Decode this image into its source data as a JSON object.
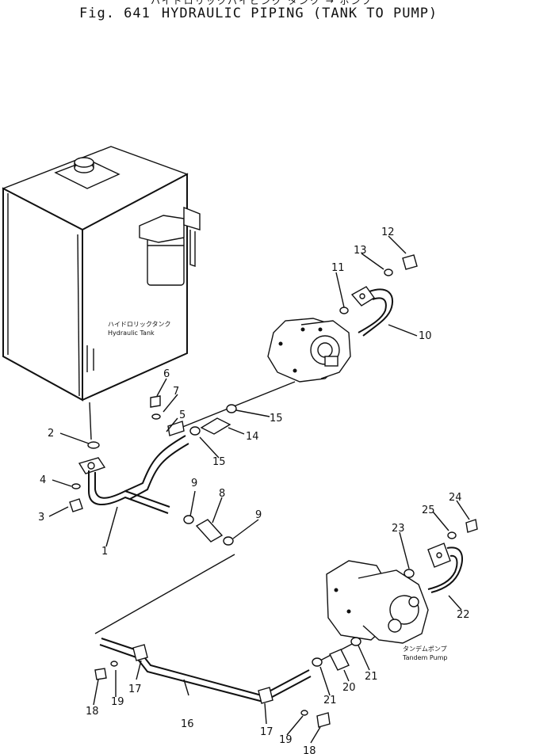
{
  "header": {
    "jp_title": "ハイドロリックパイピング タンク → ポンプ",
    "fig_label": "Fig. 641",
    "title": "HYDRAULIC PIPING (TANK TO PUMP)"
  },
  "tank": {
    "label_jp": "ハイドロリックタンク",
    "label_en": "Hydraulic Tank"
  },
  "pump": {
    "label_jp": "タンデムポンプ",
    "label_en": "Tandem Pump"
  },
  "callouts": [
    "1",
    "2",
    "3",
    "4",
    "5",
    "6",
    "7",
    "8",
    "9",
    "9",
    "10",
    "11",
    "12",
    "13",
    "14",
    "15",
    "15",
    "16",
    "17",
    "17",
    "18",
    "18",
    "19",
    "19",
    "20",
    "21",
    "21",
    "22",
    "23",
    "24",
    "25"
  ]
}
